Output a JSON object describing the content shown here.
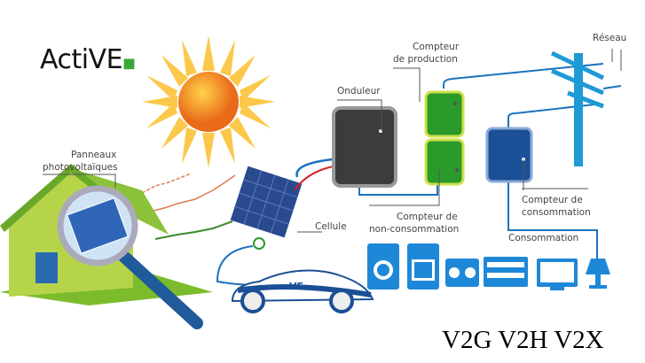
{
  "logo": {
    "text": "ActiVE"
  },
  "labels": {
    "reseau": "Réseau",
    "compteur_production_1": "Compteur",
    "compteur_production_2": "de production",
    "onduleur": "Onduleur",
    "panneaux_1": "Panneaux",
    "panneaux_2": "photovoltaïques",
    "cellule": "Cellule",
    "non_conso_1": "Compteur de",
    "non_conso_2": "non-consommation",
    "conso_meter_1": "Compteur de",
    "conso_meter_2": "consommation",
    "consommation": "Consommation"
  },
  "car_badge": "VE",
  "footer": "V2G V2H V2X",
  "colors": {
    "wire_blue": "#1a73c0",
    "meter_green": "#2a9a2a",
    "meter_blue": "#1b4f96",
    "pole": "#1e9ad6",
    "appliance": "#1e88d8"
  }
}
